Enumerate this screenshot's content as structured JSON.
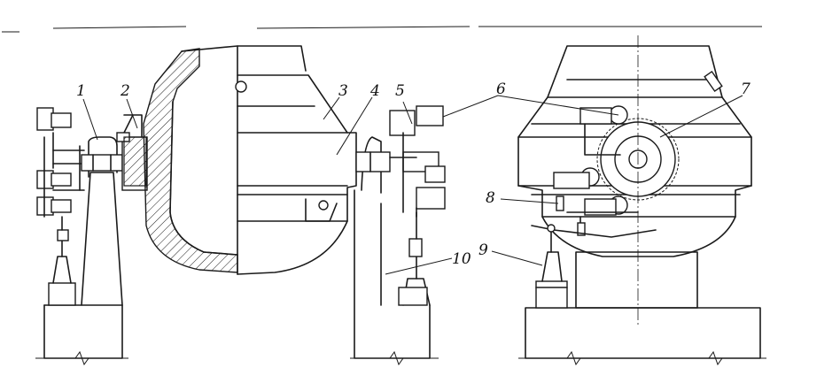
{
  "figure": {
    "callouts": [
      {
        "id": "1",
        "label": "1"
      },
      {
        "id": "2",
        "label": "2"
      },
      {
        "id": "3",
        "label": "3"
      },
      {
        "id": "4",
        "label": "4"
      },
      {
        "id": "5",
        "label": "5"
      },
      {
        "id": "6",
        "label": "6"
      },
      {
        "id": "7",
        "label": "7"
      },
      {
        "id": "8",
        "label": "8"
      },
      {
        "id": "9",
        "label": "9"
      },
      {
        "id": "10",
        "label": "10"
      }
    ]
  },
  "colors": {
    "ink": "#1a1a1a",
    "paper": "#ffffff"
  }
}
